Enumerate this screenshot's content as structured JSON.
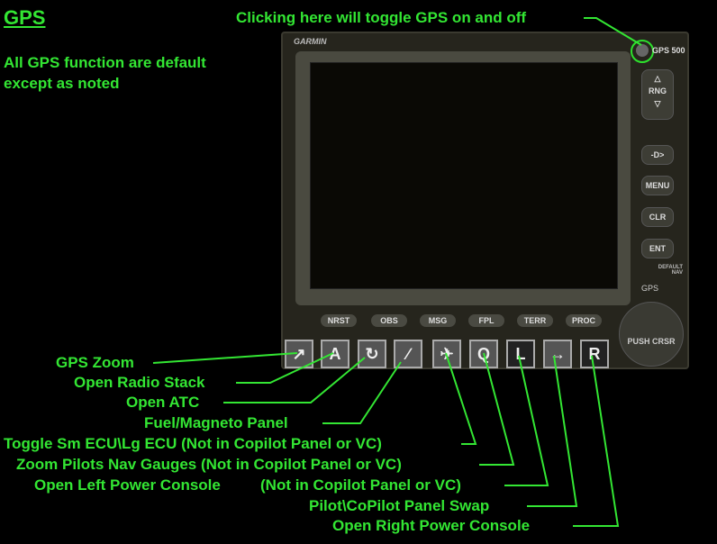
{
  "title": "GPS",
  "intro": [
    "All GPS function are default",
    "except as noted"
  ],
  "toggle_note": "Clicking here will toggle GPS on and off",
  "gps": {
    "brand": "GARMIN",
    "model": "GPS 500",
    "bottom_buttons": [
      "NRST",
      "OBS",
      "MSG",
      "FPL",
      "TERR",
      "PROC"
    ],
    "side_buttons": {
      "range": "RNG",
      "direct": "-D>",
      "menu": "MENU",
      "clr": "CLR",
      "ent": "ENT",
      "default_nav": "DEFAULT NAV",
      "gps": "GPS",
      "push_crsr": "PUSH CRSR"
    }
  },
  "icons": [
    "↗",
    "A",
    "↻",
    "∕",
    "✈",
    "Q",
    "L",
    "↔",
    "R"
  ],
  "labels": {
    "gps_zoom": "GPS Zoom",
    "radio_stack": "Open Radio Stack",
    "atc": "Open ATC",
    "fuel": "Fuel/Magneto Panel",
    "ecu": "Toggle Sm ECU\\Lg ECU (Not in Copilot Panel or VC)",
    "nav_gauges": "Zoom Pilots Nav Gauges (Not in Copilot Panel or VC)",
    "left_power": "Open Left Power Console",
    "left_power_note": "(Not in Copilot Panel or VC)",
    "swap": "Pilot\\CoPilot Panel Swap",
    "right_power": "Open Right Power Console"
  }
}
